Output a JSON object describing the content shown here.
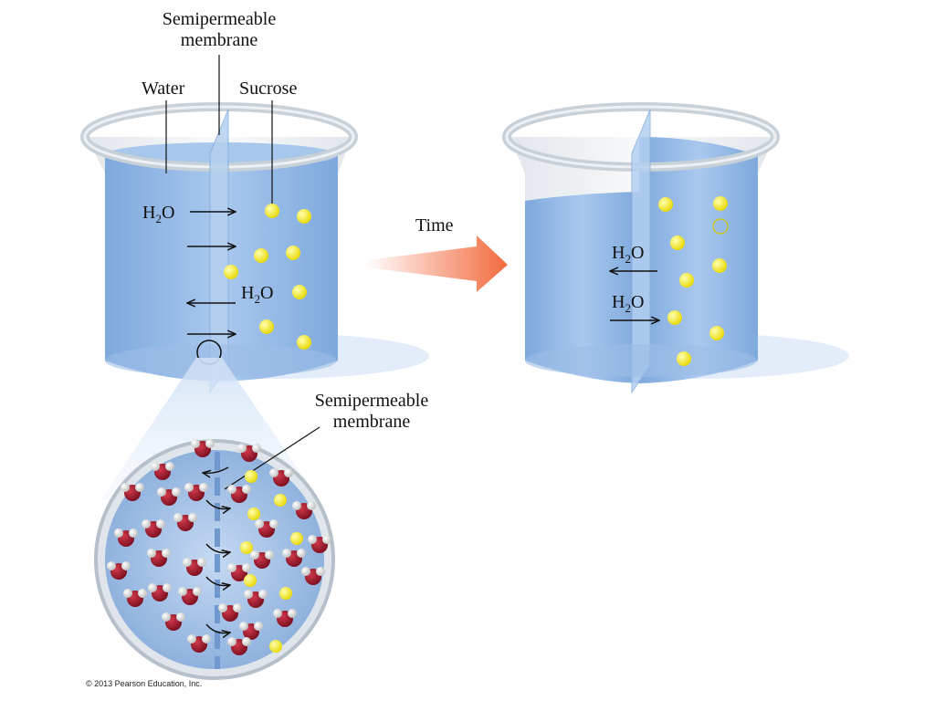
{
  "labels": {
    "membrane_top": "Semipermeable membrane",
    "membrane_top_l1": "Semipermeable",
    "membrane_top_l2": "membrane",
    "water": "Water",
    "sucrose": "Sucrose",
    "time": "Time",
    "membrane_zoom_l1": "Semipermeable",
    "membrane_zoom_l2": "membrane",
    "h2o_main": "H",
    "h2o_sub": "2",
    "h2o_tail": "O"
  },
  "copyright": "© 2013 Pearson Education, Inc.",
  "colors": {
    "water": "#8fb7e4",
    "water_dark": "#6f9fd6",
    "beaker_rim": "#d7dde3",
    "membrane": "#9fc4ec",
    "sucrose": "#f5ea2a",
    "oxygen": "#9b1b2c",
    "hydrogen": "#e9e9e9",
    "arrow": "#f5734a"
  },
  "icons": [
    "arrow-right-icon",
    "arrow-left-icon",
    "time-arrow-icon",
    "magnifier-circle-icon"
  ]
}
